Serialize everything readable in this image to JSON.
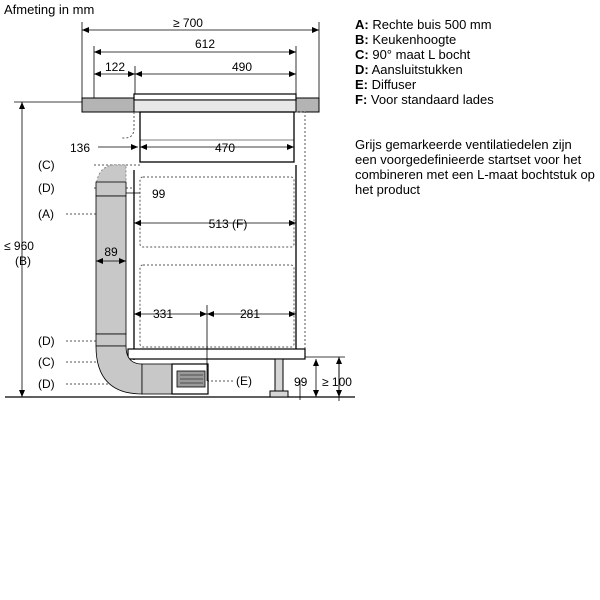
{
  "header": {
    "units": "Afmeting in mm"
  },
  "legend": [
    {
      "key": "A:",
      "text": "Rechte buis 500 mm"
    },
    {
      "key": "B:",
      "text": "Keukenhoogte"
    },
    {
      "key": "C:",
      "text": "90° maat L bocht"
    },
    {
      "key": "D:",
      "text": "Aansluitstukken"
    },
    {
      "key": "E:",
      "text": "Diffuser"
    },
    {
      "key": "F:",
      "text": "Voor standaard lades"
    }
  ],
  "note": "Grijs gemarkeerde ventilatiedelen zijn een voorgedefinieerde startset voor het combineren met een L-maat bochtstuk op het product",
  "dimensions": {
    "total_width": "≥ 700",
    "width_612": "612",
    "offset_122": "122",
    "width_490": "490",
    "inner_470": "470",
    "offset_136": "136",
    "depth_99": "99",
    "drawer_513": "513 (",
    "drawer_513_key": "F",
    "drawer_513_end": ")",
    "duct_89": "89",
    "left_331": "331",
    "right_281": "281",
    "plinth_99": "99",
    "plinth_100": "≥ 100",
    "height_960": "≤ 960",
    "height_key_open": "(",
    "height_key": "B",
    "height_key_close": ")"
  },
  "callouts": {
    "c_top_open": "(",
    "c_top": "C",
    "c_top_close": ")",
    "d_top_open": "(",
    "d_top": "D",
    "d_top_close": ")",
    "a_open": "(",
    "a": "A",
    "a_close": ")",
    "d_mid_open": "(",
    "d_mid": "D",
    "d_mid_close": ")",
    "c_bot_open": "(",
    "c_bot": "C",
    "c_bot_close": ")",
    "d_bot_open": "(",
    "d_bot": "D",
    "d_bot_close": ")",
    "e_open": "(",
    "e": "E",
    "e_close": ")"
  },
  "colors": {
    "duct_fill": "#c8c8c8",
    "worktop_fill": "#b4b4b4",
    "line": "#000000",
    "dotted": "#555555"
  }
}
